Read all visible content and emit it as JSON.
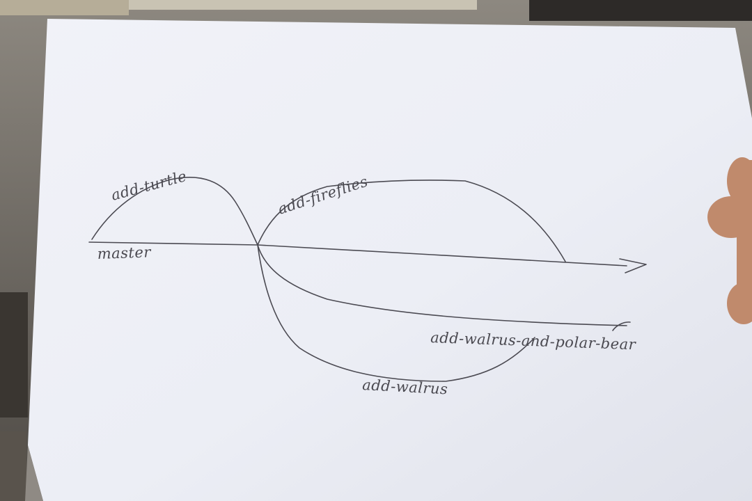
{
  "diagram": {
    "branches": {
      "master": "master",
      "add_turtle": "add-turtle",
      "add_fireflies": "add-fireflies",
      "add_walrus_and_polar_bear": "add-walrus-and-polar-bear",
      "add_walrus": "add-walrus"
    }
  },
  "colors": {
    "paper": "#eceef5",
    "ink": "#4b4a52",
    "background": "#6f6a63",
    "skin": "#c08a6c"
  }
}
